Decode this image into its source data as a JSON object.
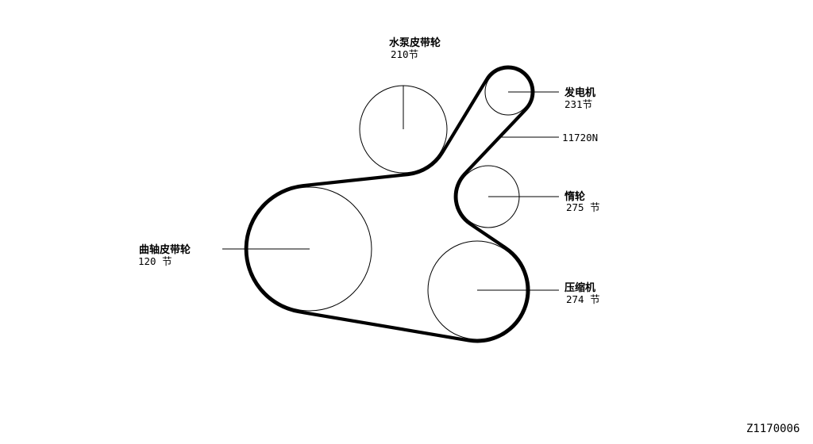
{
  "pulleys": {
    "water_pump": {
      "label": "水泵皮带轮",
      "note": "210节"
    },
    "alternator": {
      "label": "发电机",
      "note": "231节"
    },
    "idler": {
      "label": "惰轮",
      "note": "275 节"
    },
    "crankshaft": {
      "label": "曲轴皮带轮",
      "note": "120 节"
    },
    "compressor": {
      "label": "压缩机",
      "note": "274 节"
    }
  },
  "belt": {
    "part_number": "11720N"
  },
  "drawing_number": "Z1170006",
  "colors": {
    "line": "#000000",
    "background": "#ffffff"
  }
}
